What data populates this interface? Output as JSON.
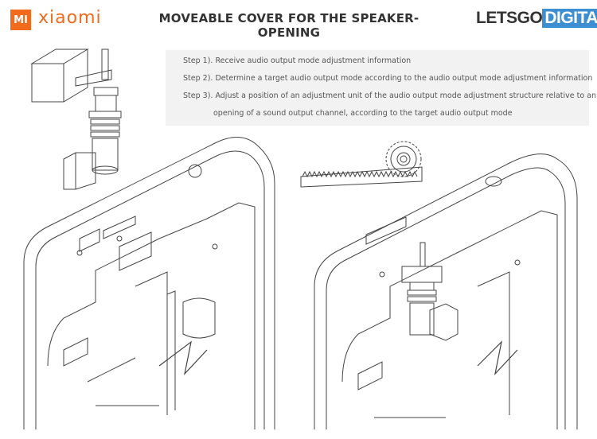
{
  "brand": {
    "logo_mark": "MI",
    "name": "xiaomi",
    "color": "#f26a1b"
  },
  "title": "MOVEABLE COVER FOR THE SPEAKER-OPENING",
  "publisher": {
    "part1": "LETSGO",
    "part2": "DIGITAL",
    "accent": "#3d8fd1"
  },
  "steps": [
    "Step 1). Receive audio output mode adjustment information",
    "Step 2). Determine a target audio output mode according to the audio output mode adjustment information",
    "Step 3). Adjust a position of an adjustment unit of the audio output mode adjustment structure relative to an",
    "opening of a sound output channel, according to the target audio output mode"
  ]
}
